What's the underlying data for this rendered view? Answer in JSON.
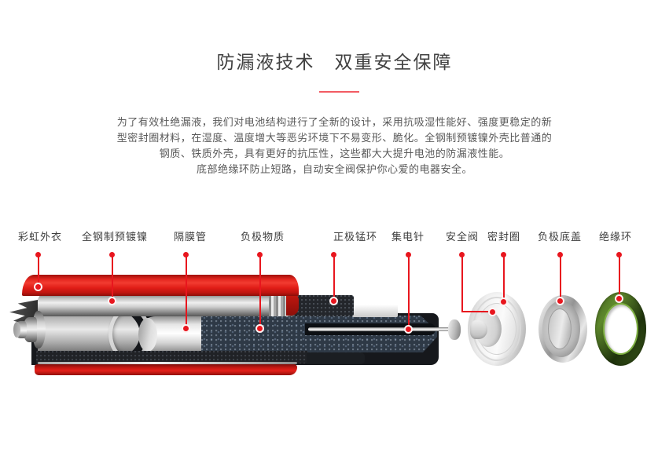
{
  "header": {
    "title": "防漏液技术　双重安全保障"
  },
  "intro": {
    "lines": [
      "为了有效杜绝漏液，我们对电池结构进行了全新的设计，采用抗吸湿性能好、强度更稳定的新",
      "型密封圈材料，在湿度、温度增大等恶劣环境下不易变形、脆化。全钢制预镀镍外壳比普通的",
      "钢质、铁质外壳，具有更好的抗压性，这些都大大提升电池的防漏液性能。",
      "底部绝缘环防止短路，自动安全阀保护你心爱的电器安全。"
    ]
  },
  "parts": [
    {
      "label": "彩虹外衣",
      "name": "rainbow-coat"
    },
    {
      "label": "全钢制预镀镍",
      "name": "steel-pre-nickel-shell"
    },
    {
      "label": "隔膜管",
      "name": "separator-tube"
    },
    {
      "label": "负极物质",
      "name": "anode-material"
    },
    {
      "label": "正极锰环",
      "name": "cathode-manganese-ring"
    },
    {
      "label": "集电针",
      "name": "current-collector-pin"
    },
    {
      "label": "安全阀",
      "name": "safety-valve"
    },
    {
      "label": "密封圈",
      "name": "sealing-ring"
    },
    {
      "label": "负极底盖",
      "name": "negative-bottom-cover"
    },
    {
      "label": "绝缘环",
      "name": "insulation-ring"
    }
  ],
  "colors": {
    "accent_red": "#e8161e",
    "underline_red": "#f25b63",
    "shell_red": "#e02318",
    "anode_dark": "#2e3946",
    "insulation_green": "#41601d",
    "title_gray": "#414141",
    "body_gray": "#595959"
  }
}
